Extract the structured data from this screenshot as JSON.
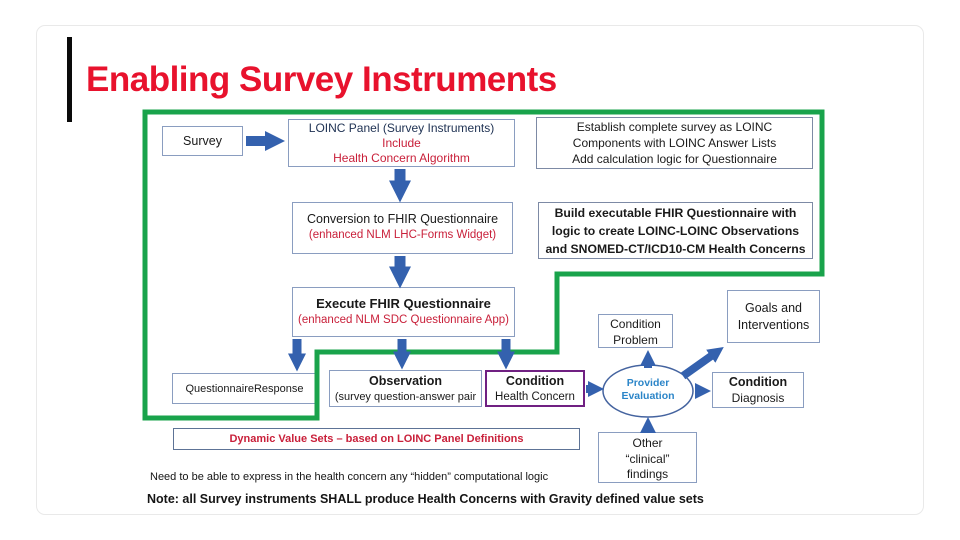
{
  "theme": {
    "title_red": "#e8122d",
    "accent_red": "#c9203a",
    "green": "#19a34b",
    "arrow_blue": "#3461ae",
    "box_border": "#8a9dc0",
    "purple": "#702082",
    "provider_blue": "#2b85c8",
    "navy_text": "#203354"
  },
  "slide": {
    "title": "Enabling Survey Instruments",
    "nodes": {
      "survey": {
        "lines": [
          "Survey"
        ]
      },
      "loinc_panel": {
        "lines": [
          "LOINC  Panel (Survey Instruments)",
          "Include",
          "Health Concern Algorithm"
        ]
      },
      "establish": {
        "lines": [
          "Establish complete survey as LOINC",
          "Components with LOINC Answer Lists",
          "Add calculation logic for Questionnaire"
        ]
      },
      "conversion": {
        "lines": [
          "Conversion to FHIR Questionnaire",
          "(enhanced NLM LHC-Forms Widget)"
        ]
      },
      "build": {
        "lines": [
          "Build executable FHIR Questionnaire with",
          "logic to create LOINC-LOINC Observations",
          "and SNOMED-CT/ICD10-CM Health Concerns"
        ]
      },
      "execute": {
        "lines": [
          "Execute FHIR Questionnaire",
          "(enhanced NLM SDC Questionnaire App)"
        ]
      },
      "questionnaire_response": {
        "lines": [
          "QuestionnaireResponse"
        ]
      },
      "observation": {
        "lines": [
          "Observation",
          "(survey question-answer pair"
        ]
      },
      "condition_health_concern": {
        "lines": [
          "Condition",
          "Health Concern"
        ]
      },
      "condition_problem": {
        "lines": [
          "Condition",
          "Problem"
        ]
      },
      "goals_interventions": {
        "lines": [
          "Goals and",
          "Interventions"
        ]
      },
      "provider_evaluation": {
        "lines": [
          "Provider",
          "Evaluation"
        ]
      },
      "condition_diagnosis": {
        "lines": [
          "Condition",
          "Diagnosis"
        ]
      },
      "other_findings": {
        "lines": [
          "Other",
          "“clinical”",
          "findings"
        ]
      },
      "dynamic_value_sets": {
        "lines": [
          "Dynamic Value Sets – based on LOINC Panel Definitions"
        ]
      }
    },
    "footnotes": {
      "need": "Need to be able to express in the health concern any “hidden” computational logic",
      "note": "Note: all Survey instruments SHALL produce Health Concerns with Gravity defined value sets"
    }
  }
}
